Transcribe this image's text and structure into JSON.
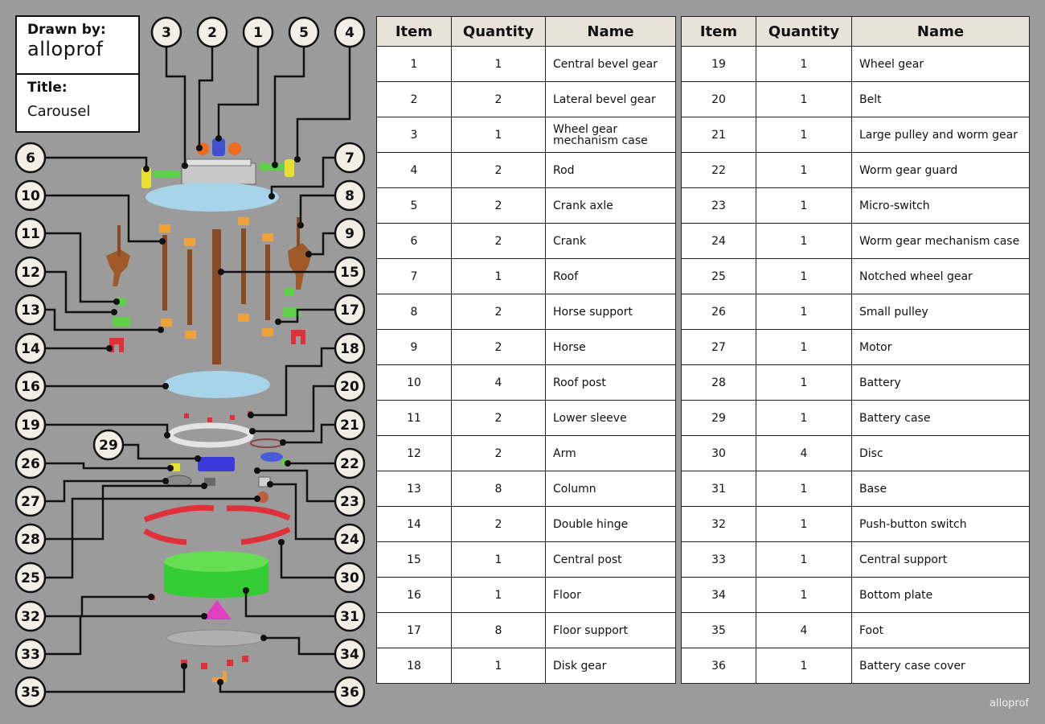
{
  "title_block": {
    "drawn_by_label": "Drawn by:",
    "drawn_by_value": "alloprof",
    "title_label": "Title:",
    "title_value": "Carousel"
  },
  "table_headers": {
    "item": "Item",
    "quantity": "Quantity",
    "name": "Name"
  },
  "parts_left": [
    {
      "item": "1",
      "qty": "1",
      "name": "Central bevel gear"
    },
    {
      "item": "2",
      "qty": "2",
      "name": "Lateral bevel gear"
    },
    {
      "item": "3",
      "qty": "1",
      "name": "Wheel gear mechanism case"
    },
    {
      "item": "4",
      "qty": "2",
      "name": "Rod"
    },
    {
      "item": "5",
      "qty": "2",
      "name": "Crank axle"
    },
    {
      "item": "6",
      "qty": "2",
      "name": "Crank"
    },
    {
      "item": "7",
      "qty": "1",
      "name": "Roof"
    },
    {
      "item": "8",
      "qty": "2",
      "name": "Horse support"
    },
    {
      "item": "9",
      "qty": "2",
      "name": "Horse"
    },
    {
      "item": "10",
      "qty": "4",
      "name": "Roof post"
    },
    {
      "item": "11",
      "qty": "2",
      "name": "Lower sleeve"
    },
    {
      "item": "12",
      "qty": "2",
      "name": "Arm"
    },
    {
      "item": "13",
      "qty": "8",
      "name": "Column"
    },
    {
      "item": "14",
      "qty": "2",
      "name": "Double hinge"
    },
    {
      "item": "15",
      "qty": "1",
      "name": "Central post"
    },
    {
      "item": "16",
      "qty": "1",
      "name": "Floor"
    },
    {
      "item": "17",
      "qty": "8",
      "name": "Floor support"
    },
    {
      "item": "18",
      "qty": "1",
      "name": "Disk gear"
    }
  ],
  "parts_right": [
    {
      "item": "19",
      "qty": "1",
      "name": "Wheel gear"
    },
    {
      "item": "20",
      "qty": "1",
      "name": "Belt"
    },
    {
      "item": "21",
      "qty": "1",
      "name": "Large pulley and worm gear"
    },
    {
      "item": "22",
      "qty": "1",
      "name": "Worm gear guard"
    },
    {
      "item": "23",
      "qty": "1",
      "name": "Micro-switch"
    },
    {
      "item": "24",
      "qty": "1",
      "name": "Worm gear mechanism case"
    },
    {
      "item": "25",
      "qty": "1",
      "name": "Notched wheel gear"
    },
    {
      "item": "26",
      "qty": "1",
      "name": "Small pulley"
    },
    {
      "item": "27",
      "qty": "1",
      "name": "Motor"
    },
    {
      "item": "28",
      "qty": "1",
      "name": "Battery"
    },
    {
      "item": "29",
      "qty": "1",
      "name": "Battery case"
    },
    {
      "item": "30",
      "qty": "4",
      "name": "Disc"
    },
    {
      "item": "31",
      "qty": "1",
      "name": "Base"
    },
    {
      "item": "32",
      "qty": "1",
      "name": "Push-button switch"
    },
    {
      "item": "33",
      "qty": "1",
      "name": "Central support"
    },
    {
      "item": "34",
      "qty": "1",
      "name": "Bottom plate"
    },
    {
      "item": "35",
      "qty": "4",
      "name": "Foot"
    },
    {
      "item": "36",
      "qty": "1",
      "name": "Battery case cover"
    }
  ],
  "callouts": [
    "1",
    "2",
    "3",
    "4",
    "5",
    "6",
    "7",
    "8",
    "9",
    "10",
    "11",
    "12",
    "13",
    "14",
    "15",
    "16",
    "17",
    "18",
    "19",
    "20",
    "21",
    "22",
    "23",
    "24",
    "25",
    "26",
    "27",
    "28",
    "29",
    "30",
    "31",
    "32",
    "33",
    "34",
    "35",
    "36"
  ],
  "colors": {
    "background": "#9b9b9b",
    "header_fill": "#e8e2d8",
    "callout_fill": "#f3efe6",
    "wood": "#8a4a24",
    "orange": "#f0a23a",
    "green": "#5fd04a",
    "yellow": "#e6e030",
    "red": "#e0303a",
    "blue": "#3a3ad8",
    "base_green": "#33cc33",
    "magenta": "#e040c0",
    "roof_blue": "#a8d4ea"
  },
  "brand": "alloprof"
}
